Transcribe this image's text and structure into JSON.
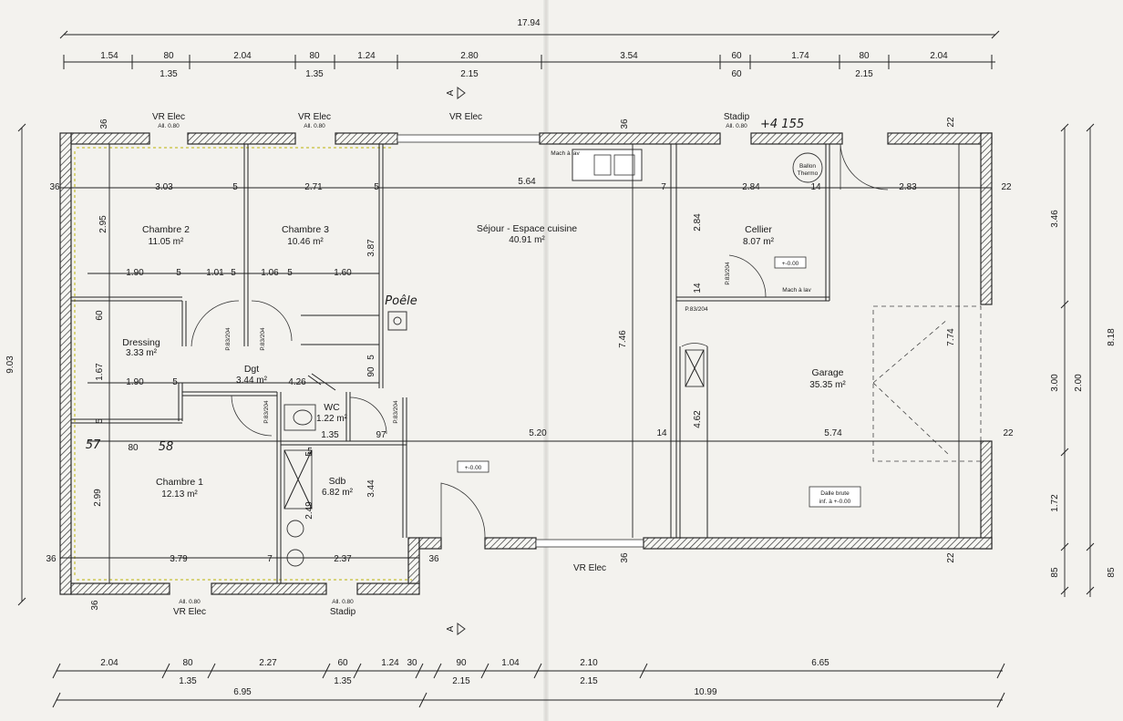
{
  "dims_top": {
    "total": "17.94",
    "row1": [
      "1.54",
      "80",
      "2.04",
      "80",
      "1.24",
      "2.80",
      "3.54",
      "60",
      "1.74",
      "80",
      "2.04"
    ],
    "row2": [
      "1.35",
      "1.35",
      "2.15",
      "60",
      "2.15"
    ]
  },
  "dims_bottom": {
    "row1": [
      "2.04",
      "80",
      "2.27",
      "60",
      "1.24",
      "30",
      "90",
      "1.04",
      "2.10",
      "6.65"
    ],
    "row2": [
      "1.35",
      "1.35",
      "2.15",
      "2.15"
    ],
    "row3": [
      "6.95",
      "10.99"
    ]
  },
  "dims_left": {
    "total": "9.03"
  },
  "dims_right": {
    "outer": [
      "3.46",
      "3.00",
      "1.72",
      "85"
    ],
    "mid": [
      "2.00"
    ],
    "total": "8.18",
    "light85": "85"
  },
  "interior_dims": {
    "r_top": [
      "36",
      "3.03",
      "5",
      "2.71",
      "5",
      "5.64",
      "7",
      "2.84",
      "14",
      "2.83",
      "22"
    ],
    "r_mid": [
      "1.90",
      "5",
      "1.01",
      "5",
      "1.06",
      "5",
      "1.60"
    ],
    "r_dgt": [
      "1.90",
      "5",
      "4.26"
    ],
    "r_low": [
      "5",
      "80",
      "5.20",
      "14",
      "5.74",
      "22"
    ],
    "r_bot": [
      "36",
      "3.79",
      "7",
      "2.37",
      "36"
    ],
    "vert": [
      "2.95",
      "3.87",
      "60",
      "1.67",
      "5",
      "2.99",
      "5",
      "90",
      "3.44",
      "2.49",
      "5",
      "7.46",
      "2.84",
      "14",
      "4.62",
      "7.74",
      "36",
      "36",
      "22",
      "22",
      "36",
      "36",
      "97"
    ],
    "hand_57": "57",
    "hand_58": "58",
    "hand_155": "+4 155",
    "dim_135": "1.35"
  },
  "openings": {
    "vr_elec": "VR Elec",
    "all080": "All. 0.80",
    "stadip": "Stadip",
    "section_a": "A"
  },
  "rooms": {
    "chambre2": {
      "name": "Chambre 2",
      "area": "11.05 m²"
    },
    "chambre3": {
      "name": "Chambre 3",
      "area": "10.46 m²"
    },
    "sejour": {
      "name": "Séjour - Espace cuisine",
      "area": "40.91 m²"
    },
    "cellier": {
      "name": "Cellier",
      "area": "8.07 m²"
    },
    "dressing": {
      "name": "Dressing",
      "area": "3.33 m²"
    },
    "dgt": {
      "name": "Dgt",
      "area": "3.44 m²"
    },
    "wc": {
      "name": "WC",
      "area": "1.22 m²"
    },
    "sdb": {
      "name": "Sdb",
      "area": "6.82 m²"
    },
    "chambre1": {
      "name": "Chambre 1",
      "area": "12.13 m²"
    },
    "garage": {
      "name": "Garage",
      "area": "35.35 m²"
    }
  },
  "notes": {
    "ballon1": "Ballon",
    "ballon2": "Thermo",
    "mach_lav": "Mach à lav",
    "level": "+-0.00",
    "dalle1": "Dalle brute",
    "dalle2": "inf. à +-0.00",
    "poele": "Poêle",
    "p_code": "P.83/204"
  }
}
